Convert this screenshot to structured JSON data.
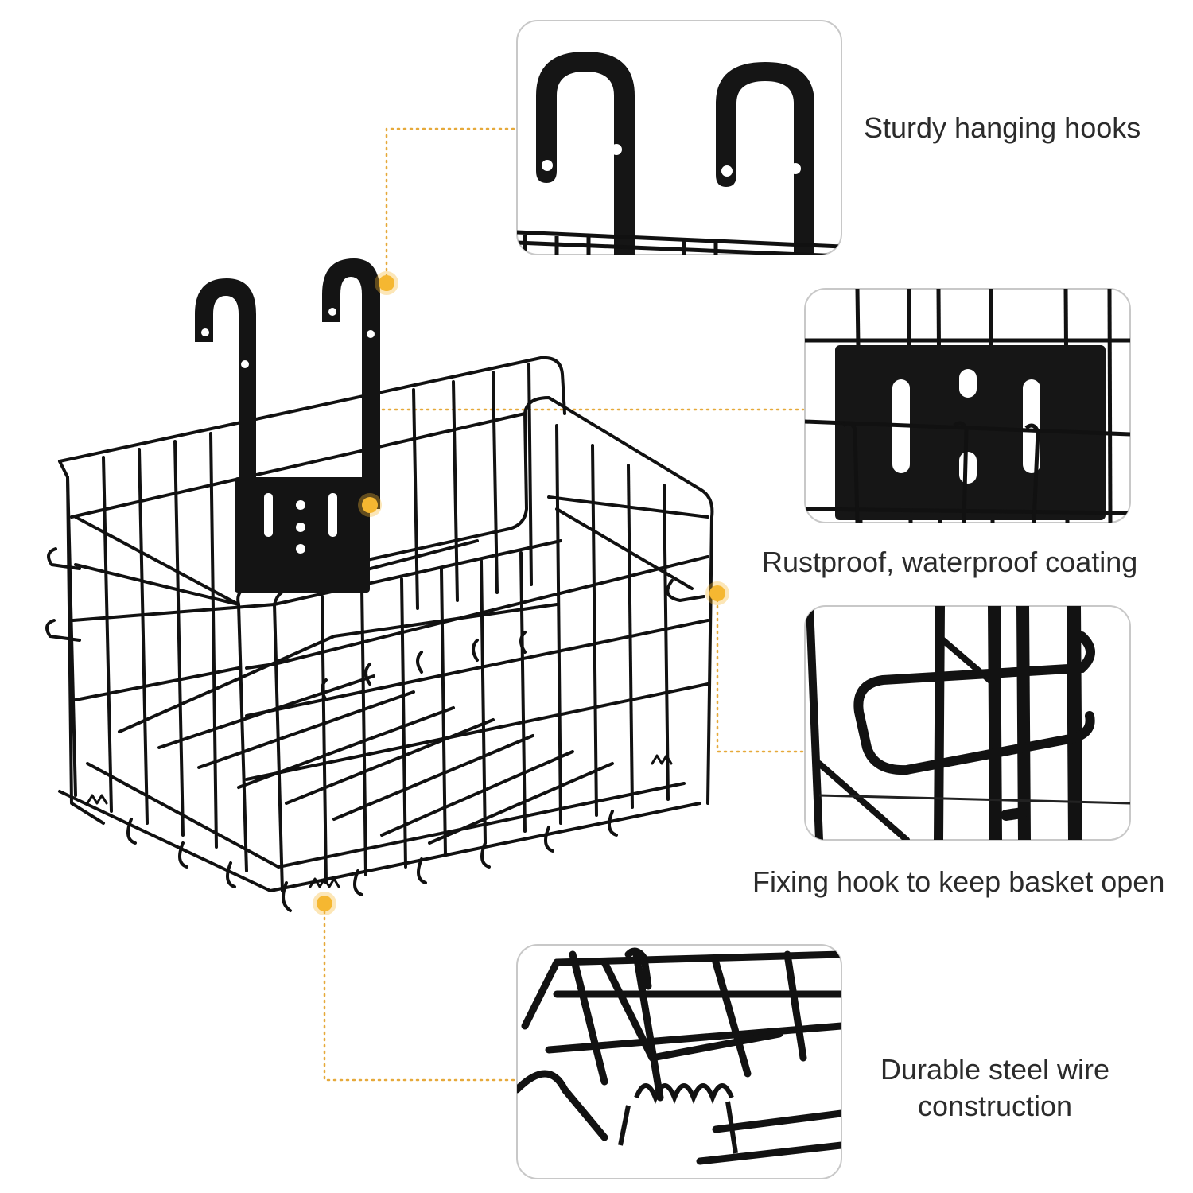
{
  "features": {
    "hooks": {
      "label": "Sturdy hanging hooks",
      "icon": "hanging-hooks-closeup"
    },
    "coating": {
      "label": "Rustproof, waterproof coating",
      "icon": "mounting-plate-closeup"
    },
    "fixing": {
      "label": "Fixing hook to keep basket open",
      "icon": "fixing-hook-closeup"
    },
    "wire": {
      "line1": "Durable steel wire",
      "line2": "construction",
      "icon": "wire-spring-closeup"
    }
  },
  "colors": {
    "accent_dot": "#f5b731",
    "leader_line": "#e6a93a",
    "panel_border": "#c8c8c8",
    "wire": "#111111",
    "text": "#2b2b2b"
  }
}
